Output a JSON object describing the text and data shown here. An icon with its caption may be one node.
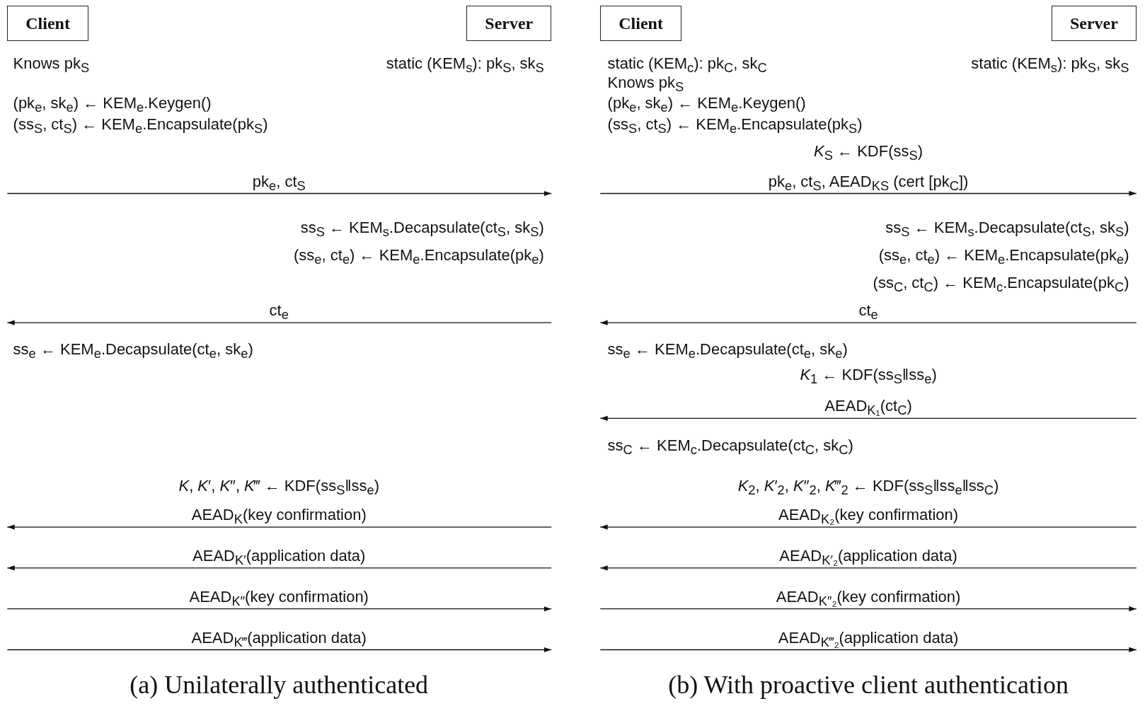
{
  "diagram": {
    "nodes": [
      {
        "text": [
          "Client"
        ]
      },
      {
        "text": [
          "Server"
        ]
      },
      {
        "text": [
          "Client"
        ]
      },
      {
        "text": [
          "Server"
        ]
      }
    ],
    "labels": [
      "Knows pk$_{S}$",
      "static (KEM$_{s}$): pk$_{S}$, sk$_{S}$",
      "(pk$_{e}$, sk$_{e}$) ← KEM$_{e}$.Keygen()",
      "(ss$_{S}$, ct$_{S}$) ← KEM$_{e}$.Encapsulate(pk$_{S}$)",
      "pk$_{e}$, ct$_{S}$",
      "ss$_{S}$ ← KEM$_{s}$.Decapsulate(ct$_{S}$, sk$_{S}$)",
      "(ss$_{e}$, ct$_{e}$) ← KEM$_{e}$.Encapsulate(pk$_{e}$)",
      "ct$_{e}$",
      "ss$_{e}$ ← KEM$_{e}$.Decapsulate(ct$_{e}$, sk$_{e}$)",
      "*K*, *K*′, *K*″, *K*‴ ← KDF(ss$_{S}$‖ss$_{e}$)",
      "AEAD$_{K}$(key confirmation)",
      "AEAD$_{K′}$(application data)",
      "AEAD$_{K″}$(key confirmation)",
      "AEAD$_{K‴}$(application data)",
      "(a) Unilaterally authenticated",
      "static (KEM$_{c}$): pk$_{C}$, sk$_{C}$",
      "static (KEM$_{s}$): pk$_{S}$, sk$_{S}$",
      "Knows pk$_{S}$",
      "(pk$_{e}$, sk$_{e}$) ← KEM$_{e}$.Keygen()",
      "(ss$_{S}$, ct$_{S}$) ← KEM$_{e}$.Encapsulate(pk$_{S}$)",
      "*K*$_{S}$ ← KDF(ss$_{S}$)",
      "pk$_{e}$, ct$_{S}$, AEAD$_{K}$$_{S}$ (cert [pk$_{C}$])",
      "ss$_{S}$ ← KEM$_{s}$.Decapsulate(ct$_{S}$, sk$_{S}$)",
      "(ss$_{e}$, ct$_{e}$) ← KEM$_{e}$.Encapsulate(pk$_{e}$)",
      "(ss$_{C}$, ct$_{C}$) ← KEM$_{c}$.Encapsulate(pk$_{C}$)",
      "ct$_{e}$",
      "ss$_{e}$ ← KEM$_{e}$.Decapsulate(ct$_{e}$, sk$_{e}$)",
      "*K*$_{1}$ ← KDF(ss$_{S}$‖ss$_{e}$)",
      "AEAD$_{K₁}$(ct$_{C}$)",
      "ss$_{C}$ ← KEM$_{c}$.Decapsulate(ct$_{C}$, sk$_{C}$)",
      "*K*$_{2}$, *K*′$_{2}$, *K*″$_{2}$, *K*‴$_{2}$ ← KDF(ss$_{S}$‖ss$_{e}$‖ss$_{C}$)",
      "AEAD$_{K₂}$(key confirmation)",
      "AEAD$_{K′₂}$(application data)",
      "AEAD$_{K″₂}$(key confirmation)",
      "AEAD$_{K‴₂}$(application data)",
      "(b) With proactive client authentication"
    ]
  }
}
